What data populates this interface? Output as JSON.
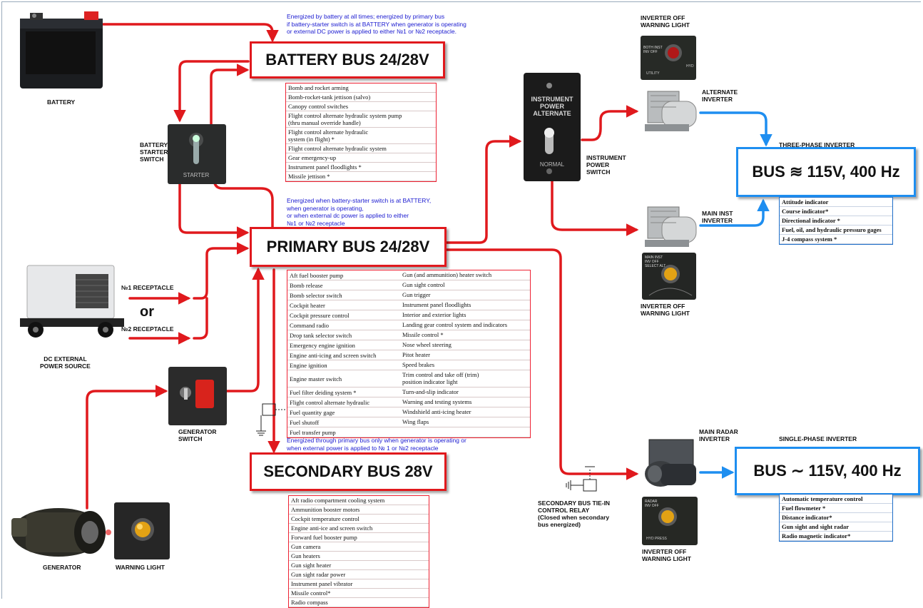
{
  "buses": {
    "battery": "BATTERY BUS 24/28V",
    "primary": "PRIMARY BUS 24/28V",
    "secondary": "SECONDARY BUS 28V",
    "three_phase": "BUS ≋ 115V, 400 Hz",
    "single_phase": "BUS ∼ 115V, 400 Hz"
  },
  "notes": {
    "battery": "Energized by battery at all times; energized by primary bus\nif battery-starter switch is at BATTERY when generator is operating\nor external DC power is applied to either №1 or №2 receptacle.",
    "primary": "Energized when battery-starter switch is at BATTERY,\nwhen generator is operating,\nor when external dc power is applied to either\n№1 or №2 receptacle",
    "secondary": "Energized through primary bus only when generator is operating or\nwhen external power is applied to № 1 or №2 receptacle"
  },
  "labels": {
    "battery": "BATTERY",
    "battery_starter_switch": "BATTERY\nSTARTER\nSWITCH",
    "receptacle1": "№1 RECEPTACLE",
    "receptacle2": "№2 RECEPTACLE",
    "or": "or",
    "dc_external": "DC EXTERNAL\nPOWER SOURCE",
    "generator_switch": "GENERATOR\nSWITCH",
    "generator": "GENERATOR",
    "warning_light": "WARNING LIGHT",
    "inverter_off_top": "INVERTER OFF\nWARNING LIGHT",
    "alternate_inverter": "ALTERNATE\nINVERTER",
    "instrument_power_switch": "INSTRUMENT\nPOWER\nSWITCH",
    "three_phase_inverter": "THREE-PHASE INVERTER",
    "main_inst_inverter": "MAIN INST\nINVERTER",
    "inverter_off_mid": "INVERTER OFF\nWARNING LIGHT",
    "main_radar_inverter": "MAIN RADAR\nINVERTER",
    "single_phase_inverter": "SINGLE-PHASE INVERTER",
    "tie_in_relay": "SECONDARY BUS TIE-IN\nCONTROL RELAY\n(Closed when secondary\nbus energized)",
    "inverter_off_bottom": "INVERTER OFF\nWARNING LIGHT"
  },
  "panel_text": {
    "instrument_power": "INSTRUMENT\nPOWER\nALTERNATE",
    "normal": "NORMAL",
    "both_inst": "BOTH INST\nINV OFF",
    "utility": "UTILITY",
    "hyd": "HYD",
    "main_inst": "MAIN INST\nINV OFF\nSELECT ALT",
    "radar": "RADAR\nINV OFF",
    "hyd_press": "HYD PRESS"
  },
  "lists": {
    "battery": [
      "Bomb and rocket arming",
      "Bomb-rocket-tank jettison (salvo)",
      "Canopy control switches",
      "Flight control alternate hydraulic system pump\n(thru manual override handle)",
      "Flight control alternate hydraulic\nsystem (in flight) *",
      "Flight control alternate hydraulic system",
      "Gear emergency-up",
      "Instrument panel floodlights *",
      "Missile jettison *"
    ],
    "primary_left": [
      "Aft fuel booster pump",
      "Bomb release",
      "Bomb selector switch",
      "Cockpit heater",
      "Cockpit pressure control",
      "Command radio",
      "Drop tank selector switch",
      "Emergency engine ignition",
      "Engine anti-icing and screen switch",
      "Engine ignition",
      "Engine master switch",
      "Fuel filter deiding system *",
      "Flight control alternate hydraulic",
      "Fuel quantity gage",
      "Fuel shutoff",
      "Fuel transfer pump"
    ],
    "primary_right": [
      "Gun (and ammunition) heater switch",
      "Gun sight control",
      "Gun trigger",
      "Instrument panel floodlights",
      "Interior and exterior lights",
      "Landing gear control system and indicators",
      "Missile control *",
      "Nose wheel steering",
      "Pitot heater",
      "Speed brakes",
      "Trim control and take off (trim)\nposition indicator light",
      "Turn-and-slip indicator",
      "Warning and testing systems",
      "Windshield anti-icing heater",
      "Wing flaps",
      ""
    ],
    "secondary": [
      "Aft radio compartment cooling system",
      "Ammunition booster motors",
      "Cockpit temperature control",
      "Engine anti-ice and screen switch",
      "Forward fuel booster pump",
      "Gun camera",
      "Gun heaters",
      "Gun sight heater",
      "Gun sight radar power",
      "Instrument panel vibrator",
      "Missile control*",
      "Radio compass"
    ],
    "three_phase": [
      "Attitude indicator",
      "Course indicator*",
      "Directional indicator *",
      "Fuel, oil, and hydraulic pressuro gages",
      "J-4 compass system *"
    ],
    "single_phase": [
      "Automatic temperature control",
      "Fuel flowmeter *",
      "Distance indicator*",
      "Gun sight and sight radar",
      "Radio magnetic indicator*"
    ]
  },
  "colors": {
    "dc_wire": "#e0191d",
    "ac_wire": "#1e8ef0",
    "note_text": "#1a1ad0"
  }
}
